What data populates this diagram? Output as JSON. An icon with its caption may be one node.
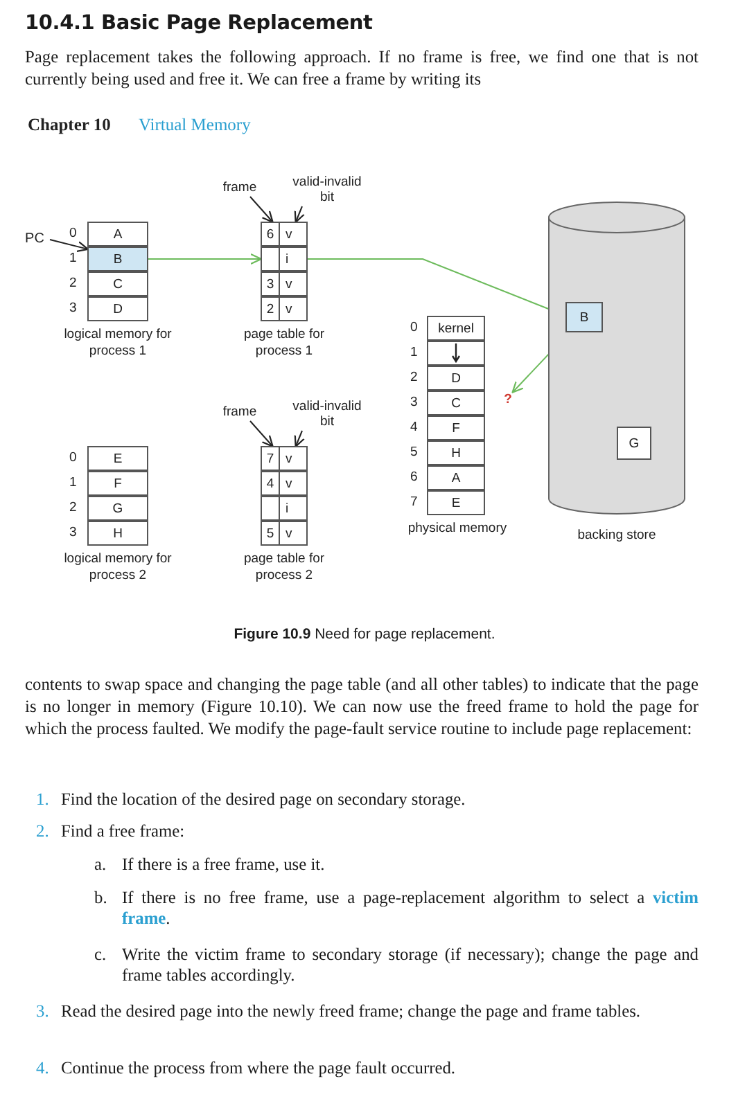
{
  "diagram": {
    "caption": "**Figure 10.9** Need for page replacement.",
    "nodes": [
      {
        "text": [
          "PC"
        ]
      },
      {
        "text": [
          "logical memory for process 1"
        ]
      },
      {
        "text": [
          "A"
        ],
        "in": 1
      },
      {
        "text": [
          "B"
        ],
        "in": 1
      },
      {
        "text": [
          "C"
        ],
        "in": 1
      },
      {
        "text": [
          "D"
        ],
        "in": 1
      },
      {
        "text": [
          "frame"
        ]
      },
      {
        "text": [
          "valid-invalid bit"
        ]
      },
      {
        "text": [
          "page table for process 1"
        ]
      },
      {
        "text": [
          "6",
          "v"
        ],
        "in": 8
      },
      {
        "text": [
          "i"
        ],
        "in": 8
      },
      {
        "text": [
          "3",
          "v"
        ],
        "in": 8
      },
      {
        "text": [
          "2",
          "v"
        ],
        "in": 8
      },
      {
        "text": [
          "backing store"
        ]
      },
      {
        "text": [
          "B"
        ],
        "in": 13
      },
      {
        "text": [
          "physical memory"
        ]
      },
      {
        "text": [
          "kernel"
        ],
        "in": 15
      },
      {
        "text": [],
        "shape": "box",
        "in": 15
      },
      {
        "text": [
          "D"
        ],
        "in": 15
      },
      {
        "text": [
          "C"
        ],
        "in": 15
      },
      {
        "text": [
          "F"
        ],
        "in": 15
      },
      {
        "text": [
          "H"
        ],
        "in": 15
      },
      {
        "text": [
          "A"
        ],
        "in": 15
      },
      {
        "text": [
          "E"
        ],
        "in": 15
      },
      {
        "text": [
          "?"
        ]
      },
      {
        "text": [
          "frame"
        ]
      },
      {
        "text": [
          "valid-invalid bit"
        ]
      },
      {
        "text": [
          "logical memory for process 2"
        ]
      },
      {
        "text": [
          "E"
        ],
        "in": 27
      },
      {
        "text": [
          "F"
        ],
        "in": 27
      },
      {
        "text": [
          "G"
        ],
        "in": 27
      },
      {
        "text": [
          "H"
        ],
        "in": 27
      },
      {
        "text": [
          "page table for process 2"
        ]
      },
      {
        "text": [
          "7",
          "v"
        ],
        "in": 32
      },
      {
        "text": [
          "4",
          "v"
        ],
        "in": 32
      },
      {
        "text": [
          "i"
        ],
        "in": 32
      },
      {
        "text": [
          "5",
          "v"
        ],
        "in": 32
      },
      {
        "text": [
          "G"
        ],
        "in": 13
      }
    ],
    "edges": [
      {
        "from": 0,
        "to": 3,
        "arrow": "to"
      },
      {
        "from": 3,
        "to": 10,
        "arrow": "to",
        "color": "#6dbb5c"
      },
      {
        "from": 10,
        "to": 14,
        "arrow": "to",
        "color": "#6dbb5c"
      },
      {
        "from": 14,
        "to": 24,
        "arrow": "to",
        "color": "#6dbb5c"
      },
      {
        "from": 6,
        "to": 9,
        "arrow": "to"
      },
      {
        "from": 7,
        "to": 9,
        "arrow": "to"
      },
      {
        "from": 25,
        "to": 33,
        "arrow": "to"
      },
      {
        "from": 26,
        "to": 33,
        "arrow": "to"
      }
    ],
    "labels": [
      "10.4.1 Basic Page Replacement",
      "Page replacement takes the following approach. If no frame is free, we find one that is not currently being used and free it. We can free a frame by writing its",
      "Chapter 10",
      "Virtual Memory",
      "0",
      "1",
      "2",
      "3",
      "0",
      "1",
      "2",
      "3",
      "4",
      "5",
      "6",
      "7",
      "0",
      "1",
      "2",
      "3",
      "contents to swap space and changing the page table (and all other tables) to indicate that the page is no longer in memory (Figure 10.10). We can now use the freed frame to hold the page for which the process faulted. We modify the page-fault service routine to include page replacement:",
      "1.",
      "Find the location of the desired page on secondary storage.",
      "2.",
      "Find a free frame:",
      "a.",
      "If there is a free frame, use it.",
      "b.",
      "If there is no free frame, use a page-replacement algorithm to select a **victim frame**.",
      "c.",
      "Write the victim frame to secondary storage (if necessary); change the page and frame tables accordingly.",
      "3.",
      "Read the desired page into the newly freed frame; change the page and frame tables.",
      "4.",
      "Continue the process from where the page fault occurred."
    ]
  }
}
